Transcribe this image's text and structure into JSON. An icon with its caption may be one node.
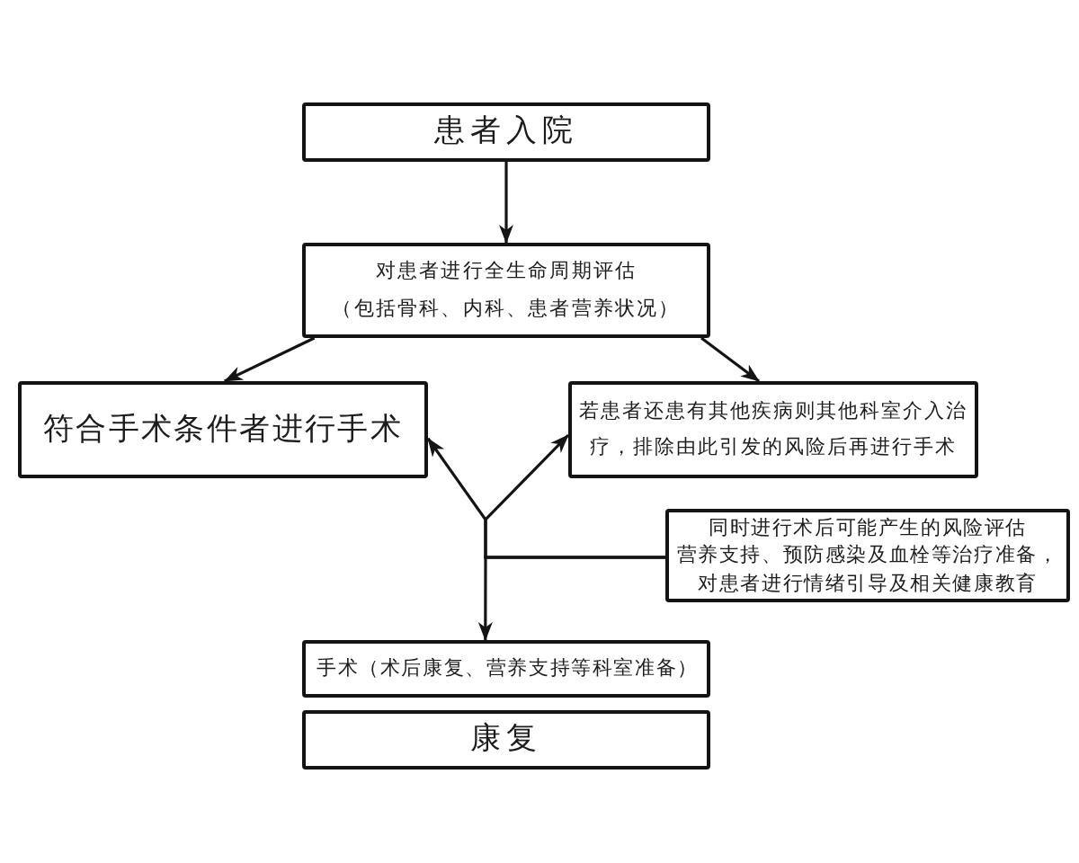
{
  "diagram": {
    "nodes": [
      {
        "text": [
          "患者入院"
        ]
      },
      {
        "text": [
          "对患者进行全生命周期评估",
          "（包括骨科、内科、患者营养状况）"
        ]
      },
      {
        "text": [
          "符合手术条件者进行手术"
        ]
      },
      {
        "text": [
          "若患者还患有其他疾病则其他科室介入治疗，排除由此引发的风险后再进行手术"
        ]
      },
      {
        "text": [
          "同时进行术后可能产生的风险评估",
          "营养支持、预防感染及血栓等治疗准备，对患者进行情绪引导及相关健康教育"
        ]
      },
      {
        "text": [
          "手术（术后康复、营养支持等科室准备）"
        ]
      },
      {
        "text": [
          "康复"
        ]
      }
    ],
    "edges": [
      {
        "from": 0,
        "to": 1,
        "arrow": "to"
      },
      {
        "from": 1,
        "to": 2,
        "arrow": "to"
      },
      {
        "from": 1,
        "to": 3,
        "arrow": "to"
      },
      {
        "from": 4,
        "to": 2,
        "arrow": "to"
      },
      {
        "from": 4,
        "to": 3,
        "arrow": "to"
      },
      {
        "from": 4,
        "to": 5,
        "arrow": "to"
      }
    ]
  }
}
